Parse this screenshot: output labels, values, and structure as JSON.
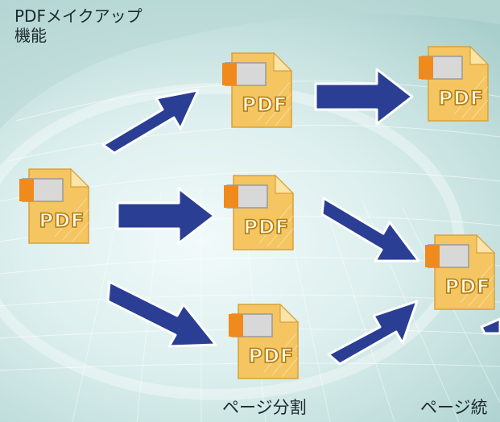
{
  "title": {
    "line1": "PDFメイクアップ",
    "line2": "機能"
  },
  "captions": {
    "split": "ページ分割",
    "merge": "ページ統"
  },
  "documents": [
    {
      "id": "source",
      "label": "PDF"
    },
    {
      "id": "top-middle",
      "label": "PDF"
    },
    {
      "id": "top-right",
      "label": "PDF"
    },
    {
      "id": "middle",
      "label": "PDF"
    },
    {
      "id": "bottom-middle",
      "label": "PDF"
    },
    {
      "id": "merged-right",
      "label": "PDF"
    }
  ],
  "colors": {
    "arrow": "#2a3f93",
    "arrow_edge": "#ffffff",
    "doc_body": "#f4c560",
    "doc_tab": "#f08a1c",
    "doc_window": "#d8d8d8"
  },
  "icons": {
    "document": "pdf-document-icon",
    "arrow": "flow-arrow-icon"
  }
}
